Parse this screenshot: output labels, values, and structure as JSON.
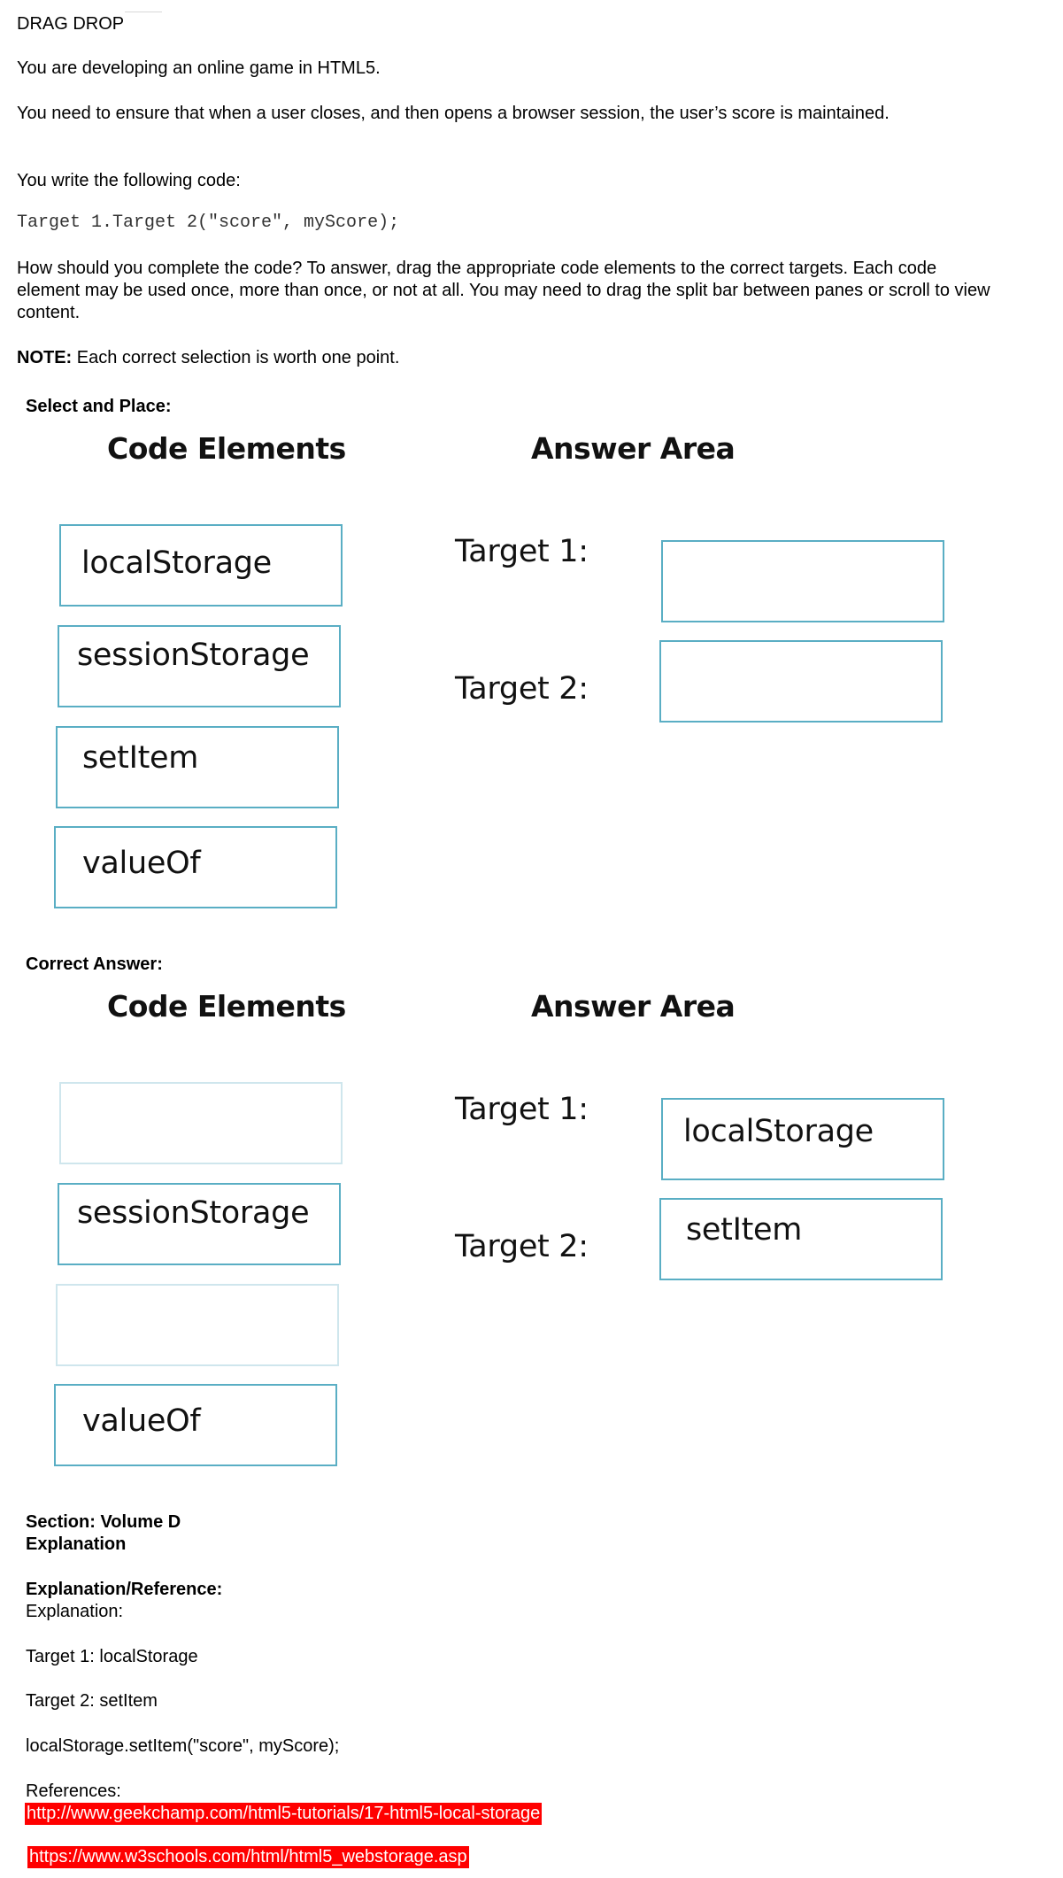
{
  "header": {
    "title": "DRAG DROP"
  },
  "question": {
    "p1": "You are developing an online game in HTML5.",
    "p2": "You need to ensure that when a user closes, and then opens a browser session, the user’s score is maintained.",
    "p3": "You write the following code:",
    "code": "Target 1.Target 2(\"score\", myScore);",
    "p4": "How should you complete the code? To answer, drag the appropriate code elements to the correct targets. Each code element may be used once, more than once, or not at all. You may need to drag the split bar between panes or scroll to view content.",
    "note_label": "NOTE:",
    "note_text": " Each correct selection is worth one point."
  },
  "select_place": {
    "label": "Select and Place:",
    "code_elements_heading": "Code Elements",
    "answer_area_heading": "Answer Area",
    "elements": [
      "localStorage",
      "sessionStorage",
      "setItem",
      "valueOf"
    ],
    "target1_label": "Target 1:",
    "target2_label": "Target 2:"
  },
  "correct_answer": {
    "label": "Correct Answer:",
    "code_elements_heading": "Code Elements",
    "answer_area_heading": "Answer Area",
    "elements": [
      "",
      "sessionStorage",
      "",
      "valueOf"
    ],
    "target1_label": "Target 1:",
    "target2_label": "Target 2:",
    "target1_value": "localStorage",
    "target2_value": "setItem"
  },
  "explanation": {
    "section": "Section: Volume D",
    "explanation_heading": "Explanation",
    "ref_heading": "Explanation/Reference:",
    "explanation_label": "Explanation:",
    "target1": "Target 1: localStorage",
    "target2": "Target 2: setItem",
    "code_line": "localStorage.setItem(\"score\", myScore);",
    "references_label": "References:",
    "link1": "http://www.geekchamp.com/html5-tutorials/17-html5-local-storage",
    "link2": "https://www.w3schools.com/html/html5_webstorage.asp"
  },
  "colors": {
    "box_border": "#5aaec4",
    "link_background": "#ff0000"
  }
}
